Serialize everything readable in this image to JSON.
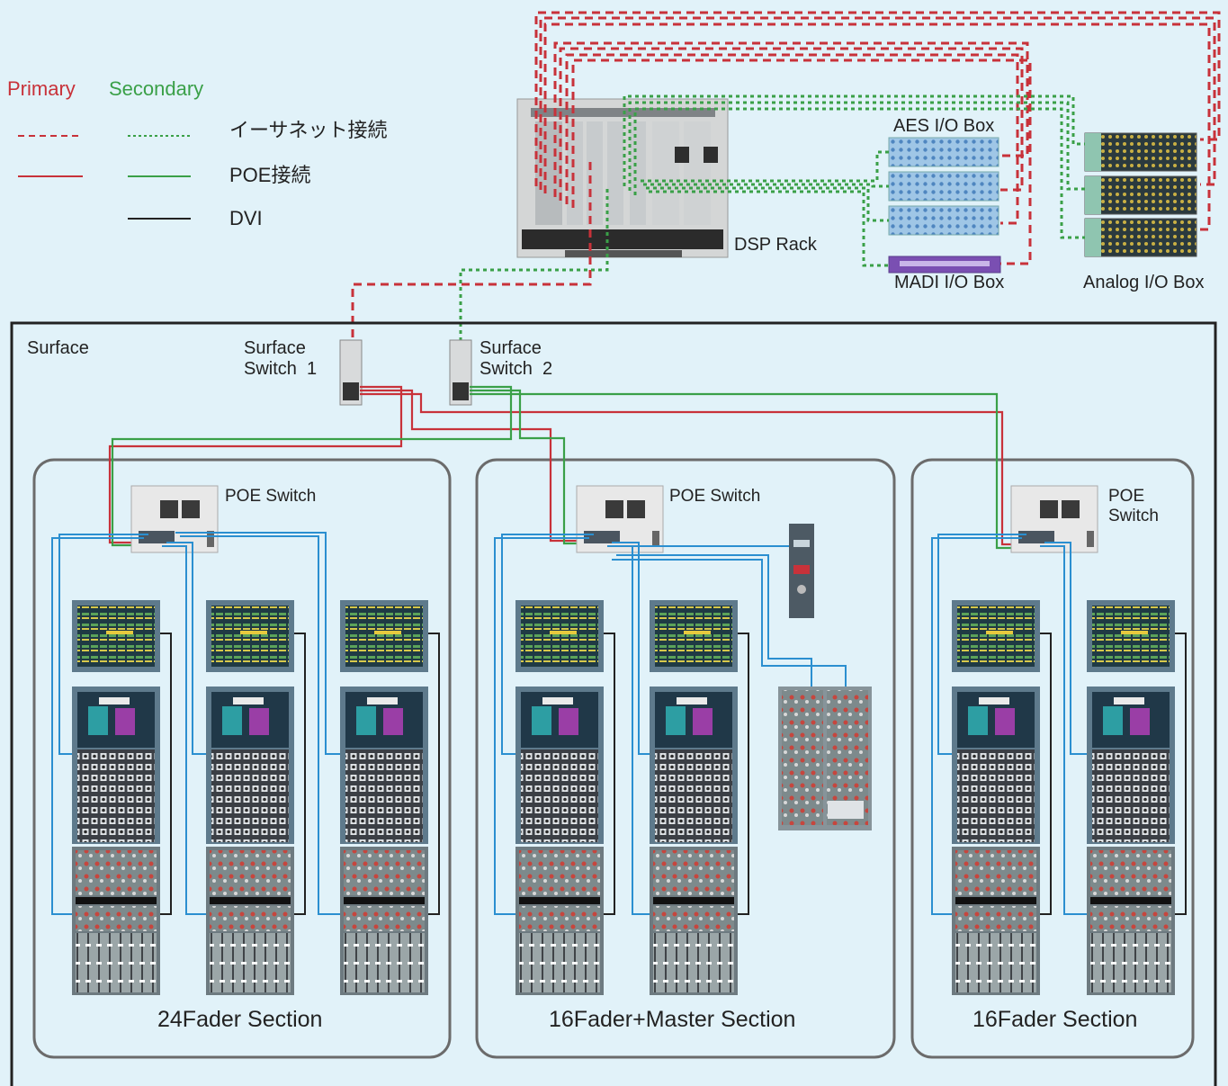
{
  "legend": {
    "primary": "Primary",
    "secondary": "Secondary",
    "ethernet": "イーサネット接続",
    "poe": "POE接続",
    "dvi": "DVI"
  },
  "devices": {
    "dsp_rack": "DSP Rack",
    "aes_io": "AES  I/O Box",
    "madi_io": "MADI I/O Box",
    "analog_io": "Analog  I/O Box"
  },
  "surface": {
    "title": "Surface",
    "switch1": "Surface\nSwitch  1",
    "switch2": "Surface\nSwitch  2",
    "poe_switch": "POE Switch",
    "poe_switch_stacked": "POE\nSwitch"
  },
  "sections": [
    {
      "label": "24Fader Section"
    },
    {
      "label": "16Fader+Master Section"
    },
    {
      "label": "16Fader Section"
    }
  ],
  "colors": {
    "primary": "#c8323a",
    "secondary": "#3aa048",
    "dvi": "#222222",
    "poe_link": "#2b8fd0",
    "background": "#e1f2f9"
  }
}
